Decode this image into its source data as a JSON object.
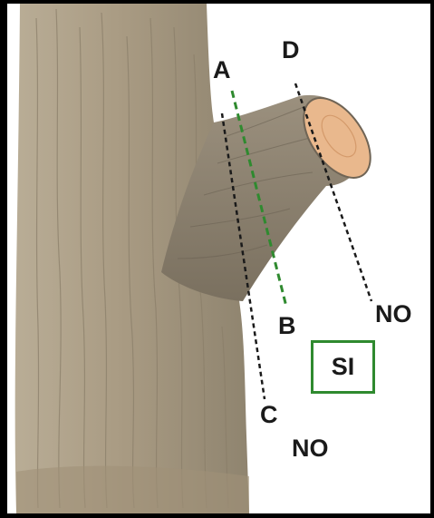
{
  "labels": {
    "a": "A",
    "b": "B",
    "c": "C",
    "d": "D",
    "no_right": "NO",
    "no_bottom": "NO",
    "si": "SI"
  },
  "colors": {
    "correct_cut_line": "#2f8a2f",
    "incorrect_cut_line": "#1a1a1a",
    "bark": "#a89a82",
    "branch": "#8d8270",
    "cut_surface": "#e9b88d"
  },
  "icons": {
    "trunk": "tree-trunk-illustration",
    "branch": "cut-branch-illustration"
  }
}
